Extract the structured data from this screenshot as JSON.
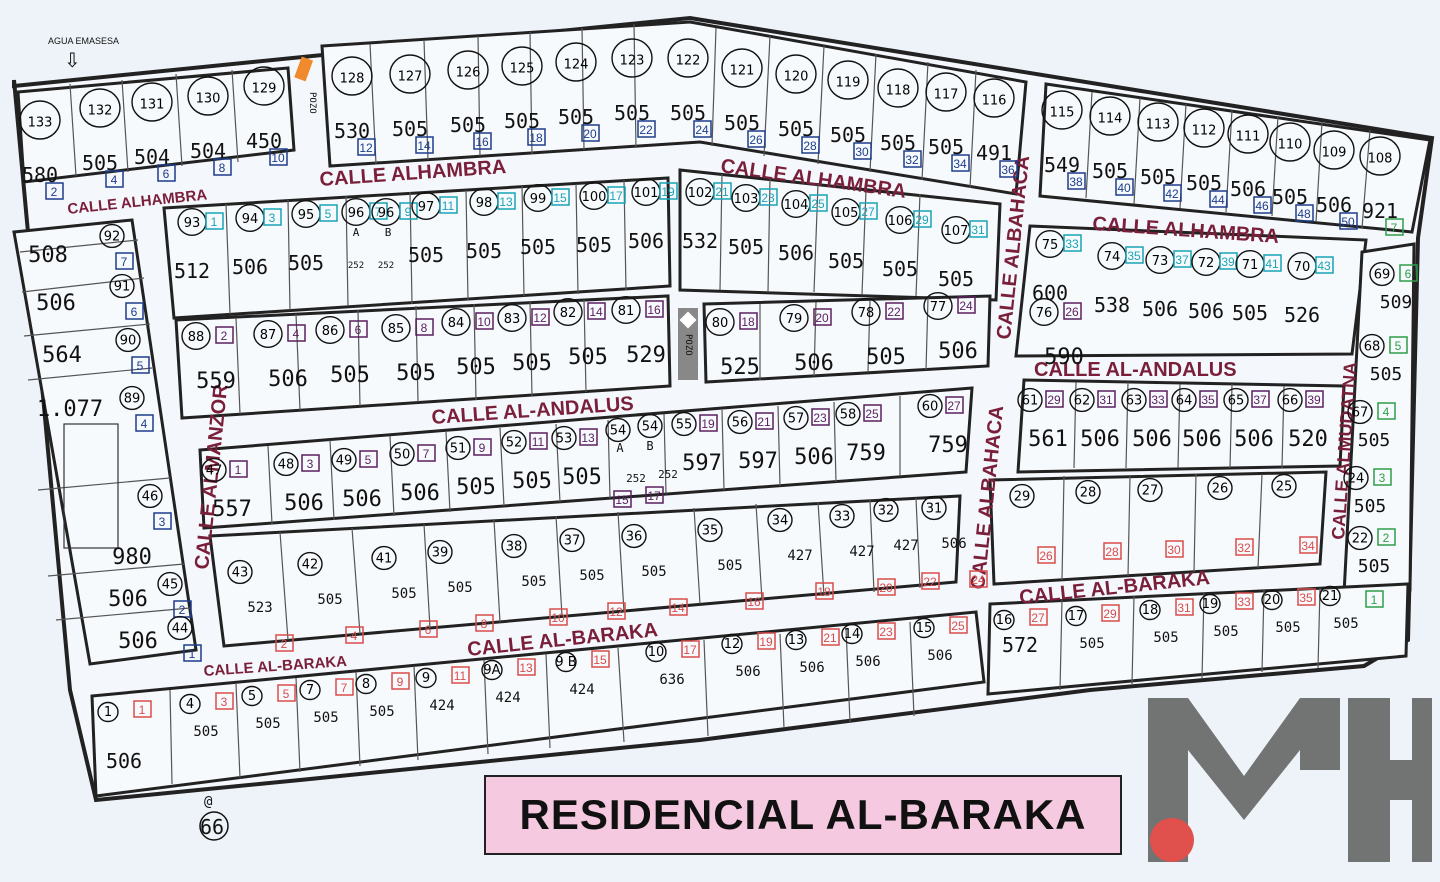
{
  "note_agua": "AGUA EMASESA",
  "title": "RESIDENCIAL AL-BARAKA",
  "streets": [
    {
      "id": "alhambra-1",
      "label": "CALLE ALHAMBRA"
    },
    {
      "id": "alhambra-2",
      "label": "CALLE ALHAMBRA"
    },
    {
      "id": "alhambra-3",
      "label": "CALLE ALHAMBRA"
    },
    {
      "id": "alhambra-4",
      "label": "CALLE ALHAMBRA"
    },
    {
      "id": "andalus-1",
      "label": "CALLE AL-ANDALUS"
    },
    {
      "id": "andalus-2",
      "label": "CALLE AL-ANDALUS"
    },
    {
      "id": "baraka-1",
      "label": "CALLE AL-BARAKA"
    },
    {
      "id": "baraka-2",
      "label": "CALLE AL-BARAKA"
    },
    {
      "id": "baraka-3",
      "label": "CALLE AL-BARAKA"
    },
    {
      "id": "almanzor",
      "label": "CALLE ALMANZOR"
    },
    {
      "id": "albahaca-1",
      "label": "CALLE ALBAHACA"
    },
    {
      "id": "albahaca-2",
      "label": "CALLE ALBAHACA"
    },
    {
      "id": "mudatna",
      "label": "CALLE ALMUDATNA"
    }
  ],
  "pozo": [
    "POZO",
    "POZO"
  ],
  "row_top": {
    "lots": [
      "133",
      "132",
      "131",
      "130",
      "129",
      "128",
      "127",
      "126",
      "125",
      "124",
      "123",
      "122",
      "121",
      "120",
      "119",
      "118",
      "117",
      "116",
      "115",
      "114",
      "113",
      "112",
      "111",
      "110",
      "109",
      "108"
    ],
    "areas": [
      "580",
      "505",
      "504",
      "504",
      "450",
      "530",
      "505",
      "505",
      "505",
      "505",
      "505",
      "505",
      "505",
      "505",
      "505",
      "505",
      "505",
      "491",
      "549",
      "505",
      "505",
      "505",
      "506",
      "505",
      "506",
      "921"
    ],
    "codes": [
      "2",
      "4",
      "6",
      "8",
      "10",
      "12",
      "14",
      "16",
      "18",
      "20",
      "22",
      "24",
      "26",
      "28",
      "30",
      "32",
      "34",
      "36",
      "38",
      "40",
      "42",
      "44",
      "46",
      "48",
      "50",
      "7"
    ]
  },
  "row_2": {
    "lots": [
      "93",
      "94",
      "95",
      "96",
      "96",
      "97",
      "98",
      "99",
      "100",
      "101",
      "102",
      "103",
      "104",
      "105",
      "106",
      "107",
      "75",
      "74",
      "73",
      "72",
      "71",
      "70"
    ],
    "sublabels": [
      "A",
      "B"
    ],
    "areas": [
      "512",
      "506",
      "505",
      "252",
      "252",
      "505",
      "505",
      "505",
      "505",
      "506",
      "532",
      "505",
      "506",
      "505",
      "505",
      "505",
      "600",
      "538",
      "506",
      "506",
      "505",
      "526"
    ],
    "codes": [
      "1",
      "3",
      "5",
      "7",
      "9",
      "11",
      "13",
      "15",
      "17",
      "19",
      "21",
      "23",
      "25",
      "27",
      "29",
      "31",
      "33",
      "35",
      "37",
      "39",
      "41",
      "43"
    ]
  },
  "row_3": {
    "lots": [
      "88",
      "87",
      "86",
      "85",
      "84",
      "83",
      "82",
      "81",
      "80",
      "79",
      "78",
      "77",
      "76"
    ],
    "areas": [
      "559",
      "506",
      "505",
      "505",
      "505",
      "505",
      "505",
      "529",
      "525",
      "506",
      "505",
      "506",
      "590"
    ],
    "codes": [
      "2",
      "4",
      "6",
      "8",
      "10",
      "12",
      "14",
      "16",
      "18",
      "20",
      "22",
      "24",
      "26"
    ]
  },
  "row_4": {
    "lots": [
      "47",
      "48",
      "49",
      "50",
      "51",
      "52",
      "53",
      "54",
      "54",
      "55",
      "56",
      "57",
      "58",
      "60",
      "61",
      "62",
      "63",
      "64",
      "65",
      "66"
    ],
    "sublabels": [
      "A",
      "B"
    ],
    "areas": [
      "557",
      "506",
      "506",
      "506",
      "505",
      "505",
      "505",
      "252",
      "252",
      "597",
      "597",
      "506",
      "759",
      "759",
      "561",
      "506",
      "506",
      "506",
      "506",
      "520"
    ],
    "codes": [
      "1",
      "3",
      "5",
      "7",
      "9",
      "11",
      "13",
      "15",
      "17",
      "19",
      "21",
      "23",
      "25",
      "27",
      "29",
      "31",
      "33",
      "35",
      "37",
      "39"
    ]
  },
  "row_5": {
    "lots": [
      "43",
      "42",
      "41",
      "39",
      "38",
      "37",
      "36",
      "35",
      "34",
      "33",
      "32",
      "31",
      "29",
      "28",
      "27",
      "26",
      "25"
    ],
    "areas": [
      "523",
      "505",
      "505",
      "505",
      "505",
      "505",
      "505",
      "505",
      "427",
      "427",
      "427",
      "506"
    ],
    "codes": [
      "2",
      "4",
      "6",
      "8",
      "10",
      "12",
      "14",
      "16",
      "18",
      "20",
      "22",
      "24",
      "26",
      "28",
      "30",
      "32",
      "34"
    ]
  },
  "row_bottom": {
    "lots": [
      "1",
      "4",
      "5",
      "7",
      "8",
      "9",
      "9A",
      "9 B",
      "10",
      "12",
      "13",
      "14",
      "15",
      "16",
      "17",
      "18",
      "19",
      "20",
      "21"
    ],
    "areas": [
      "506",
      "505",
      "505",
      "505",
      "505",
      "424",
      "424",
      "424",
      "636",
      "506",
      "506",
      "506",
      "506",
      "572",
      "505",
      "505",
      "505",
      "505",
      "505"
    ],
    "codes": [
      "1",
      "3",
      "5",
      "7",
      "9",
      "11",
      "13",
      "15",
      "17",
      "19",
      "21",
      "23",
      "25",
      "27",
      "29",
      "31",
      "33",
      "35"
    ]
  },
  "left_column": {
    "lots": [
      "92",
      "91",
      "90",
      "89",
      "46",
      "45",
      "44"
    ],
    "areas": [
      "508",
      "506",
      "564",
      "1.077",
      "980",
      "506",
      "506"
    ],
    "codes": [
      "7",
      "6",
      "5",
      "4",
      "3",
      "2",
      "1"
    ]
  },
  "right_column": {
    "lots": [
      "69",
      "68",
      "67",
      "24",
      "22"
    ],
    "areas": [
      "509",
      "505",
      "505",
      "505",
      "505"
    ],
    "codes": [
      "6",
      "5",
      "4",
      "3",
      "2",
      "1"
    ]
  },
  "extra_lot": {
    "num": "66",
    "mark": "@"
  },
  "logo_letters": "MH",
  "colors": {
    "street": "#7a1f3a",
    "dark_blue": "#1d3c8c",
    "cyan": "#19a3b5",
    "purple": "#5a1f5e",
    "red": "#d94c4c",
    "green": "#2e9e4a",
    "title_bg": "#f5c9df",
    "logo_grey": "#5c5c5c",
    "logo_red": "#e0504c"
  }
}
